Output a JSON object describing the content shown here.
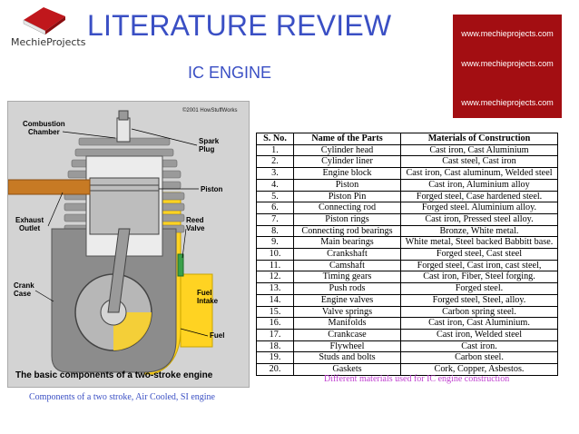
{
  "logo": {
    "brand": "MechieProjects"
  },
  "header": {
    "title": "LITERATURE REVIEW",
    "subtitle": "IC ENGINE"
  },
  "links": [
    "www.mechieprojects.com",
    "www.mechieprojects.com",
    "www.mechieprojects.com"
  ],
  "figure": {
    "copyright": "©2001 HowStuffWorks",
    "labels": {
      "combustion_chamber_1": "Combustion",
      "combustion_chamber_2": "Chamber",
      "spark_plug_1": "Spark",
      "spark_plug_2": "Plug",
      "piston": "Piston",
      "exhaust_outlet_1": "Exhaust",
      "exhaust_outlet_2": "Outlet",
      "reed_valve_1": "Reed",
      "reed_valve_2": "Valve",
      "crank_case_1": "Crank",
      "crank_case_2": "Case",
      "fuel_intake_1": "Fuel",
      "fuel_intake_2": "Intake",
      "fuel": "Fuel"
    },
    "banner": "The basic components of a two-stroke engine"
  },
  "caption_left": "Components of a two stroke, Air Cooled, SI engine",
  "table": {
    "headers": [
      "S. No.",
      "Name of the Parts",
      "Materials of Construction"
    ],
    "rows": [
      [
        "1.",
        "Cylinder head",
        "Cast iron, Cast Aluminium"
      ],
      [
        "2.",
        "Cylinder liner",
        "Cast steel, Cast iron"
      ],
      [
        "3.",
        "Engine block",
        "Cast iron, Cast aluminum, Welded steel"
      ],
      [
        "4.",
        "Piston",
        "Cast iron, Aluminium alloy"
      ],
      [
        "5.",
        "Piston Pin",
        "Forged steel, Case hardened steel."
      ],
      [
        "6.",
        "Connecting rod",
        "Forged steel. Aluminium alloy."
      ],
      [
        "7.",
        "Piston rings",
        "Cast iron, Pressed steel alloy."
      ],
      [
        "8.",
        "Connecting rod bearings",
        "Bronze, White metal."
      ],
      [
        "9.",
        "Main bearings",
        "White metal, Steel backed Babbitt base."
      ],
      [
        "10.",
        "Crankshaft",
        "Forged steel, Cast steel"
      ],
      [
        "11.",
        "Camshaft",
        "Forged steel, Cast iron, cast steel,"
      ],
      [
        "12.",
        "Timing gears",
        "Cast iron, Fiber, Steel forging."
      ],
      [
        "13.",
        "Push rods",
        "Forged steel."
      ],
      [
        "14.",
        "Engine valves",
        "Forged steel, Steel, alloy."
      ],
      [
        "15.",
        "Valve springs",
        "Carbon spring steel."
      ],
      [
        "16.",
        "Manifolds",
        "Cast iron, Cast Aluminium."
      ],
      [
        "17.",
        "Crankcase",
        "Cast iron, Welded steel"
      ],
      [
        "18.",
        "Flywheel",
        "Cast iron."
      ],
      [
        "19.",
        "Studs and bolts",
        "Carbon steel."
      ],
      [
        "20.",
        "Gaskets",
        "Cork, Copper, Asbestos."
      ]
    ]
  },
  "caption_right": "Different materials used for IC engine construction",
  "colors": {
    "title": "#3a4fc4",
    "panel": "#a30e12",
    "caption_right": "#c040d0"
  }
}
